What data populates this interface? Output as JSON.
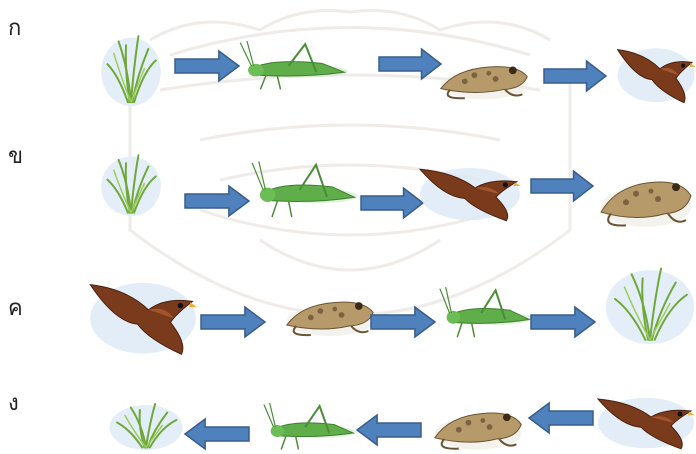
{
  "rows": [
    {
      "label": "ก",
      "sequence": [
        "grass-icon",
        "right-arrow-icon",
        "grasshopper-icon",
        "right-arrow-icon",
        "frog-icon",
        "right-arrow-icon",
        "eagle-icon"
      ]
    },
    {
      "label": "ข",
      "sequence": [
        "grass-icon",
        "right-arrow-icon",
        "grasshopper-icon",
        "right-arrow-icon",
        "eagle-icon",
        "right-arrow-icon",
        "frog-icon"
      ]
    },
    {
      "label": "ค",
      "sequence": [
        "eagle-icon",
        "right-arrow-icon",
        "frog-icon",
        "right-arrow-icon",
        "grasshopper-icon",
        "right-arrow-icon",
        "grass-icon"
      ]
    },
    {
      "label": "ง",
      "sequence": [
        "grass-icon",
        "left-arrow-icon",
        "grasshopper-icon",
        "left-arrow-icon",
        "frog-icon",
        "left-arrow-icon",
        "eagle-icon"
      ]
    }
  ],
  "colors": {
    "arrow_fill": "#4f81bd",
    "arrow_stroke": "#385d8a"
  }
}
